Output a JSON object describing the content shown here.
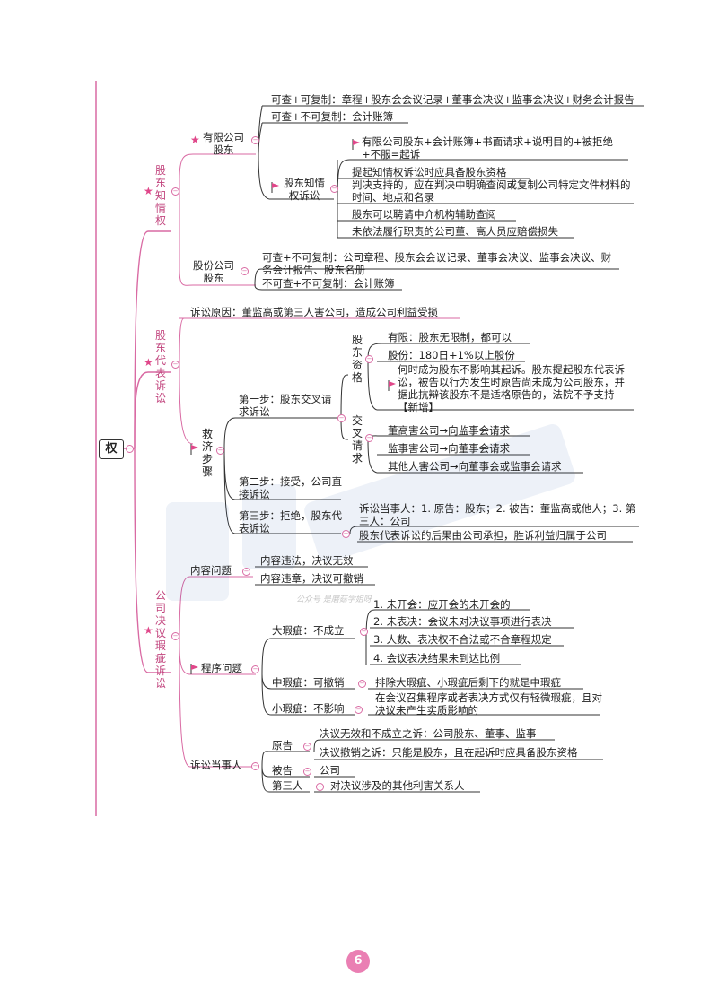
{
  "root": "权",
  "watermark_note": "公众号 是磨菇学姐呀",
  "page_number": "6",
  "s1": {
    "title": "股东知情权",
    "ltd_label": "有限公司股东",
    "ltd_items": [
      "可查+可复制：章程+股东会会议记录+董事会决议+监事会决议+财务会计报告",
      "可查+不可复制：会计账簿"
    ],
    "suit_label": "股东知情权诉讼",
    "suit_items": [
      "有限公司股东+会计账簿+书面请求+说明目的+被拒绝+不服=起诉",
      "提起知情权诉讼时应具备股东资格",
      "判决支持的，应在判决中明确查阅或复制公司特定文件材料的时间、地点和名录",
      "股东可以聘请中介机构辅助查阅",
      "未依法履行职责的公司董、高人员应赔偿损失"
    ],
    "co_label": "股份公司股东",
    "co_items": [
      "可查+不可复制：公司章程、股东会会议记录、董事会决议、监事会决议、财务会计报告、股东名册",
      "不可查+不可复制：会计账簿"
    ]
  },
  "s2": {
    "title": "股东代表诉讼",
    "reason": "诉讼原因：董监高或第三人害公司，造成公司利益受损",
    "relief_label": "救济步骤",
    "step1_label": "第一步：股东交叉请求诉讼",
    "qual_label": "股东资格",
    "qual_items": [
      "有限：股东无限制，都可以",
      "股份：180日+1%以上股份",
      "何时成为股东不影响其起诉。股东提起股东代表诉讼，被告以行为发生时原告尚未成为公司股东，并据此抗辩该股东不是适格原告的，法院不予支持【新增】"
    ],
    "cross_label": "交叉请求",
    "cross_items": [
      "董高害公司→向监事会请求",
      "监事害公司→向董事会请求",
      "其他人害公司→向董事会或监事会请求"
    ],
    "step2_label": "第二步：接受，公司直接诉讼",
    "step3_label": "第三步：拒绝，股东代表诉讼",
    "step3_items": [
      "诉讼当事人：1. 原告：股东；2. 被告：董监高或他人；3. 第三人：公司",
      "股东代表诉讼的后果由公司承担，胜诉利益归属于公司"
    ]
  },
  "s3": {
    "title": "公司决议瑕疵诉讼",
    "content_label": "内容问题",
    "content_items": [
      "内容违法，决议无效",
      "内容违章，决议可撤销"
    ],
    "proc_label": "程序问题",
    "big_label": "大瑕疵：不成立",
    "big_items": [
      "1. 未开会：应开会的未开会的",
      "2. 未表决：会议未对决议事项进行表决",
      "3. 人数、表决权不合法或不合章程规定",
      "4. 会议表决结果未到达比例"
    ],
    "mid_label": "中瑕疵：可撤销",
    "mid_item": "排除大瑕疵、小瑕疵后剩下的就是中瑕疵",
    "small_label": "小瑕疵：不影响",
    "small_item": "在会议召集程序或者表决方式仅有轻微瑕疵，且对决议未产生实质影响的",
    "party_label": "诉讼当事人",
    "plaintiff_label": "原告",
    "plaintiff_items": [
      "决议无效和不成立之诉：公司股东、董事、监事",
      "决议撤销之诉：只能是股东，且在起诉时应具备股东资格"
    ],
    "defendant_label": "被告",
    "defendant_item": "公司",
    "third_label": "第三人",
    "third_item": "对决议涉及的其他利害关系人"
  },
  "colors": {
    "accent": "#d96aa3",
    "branch_text": "#c2457e",
    "line": "#333333"
  }
}
